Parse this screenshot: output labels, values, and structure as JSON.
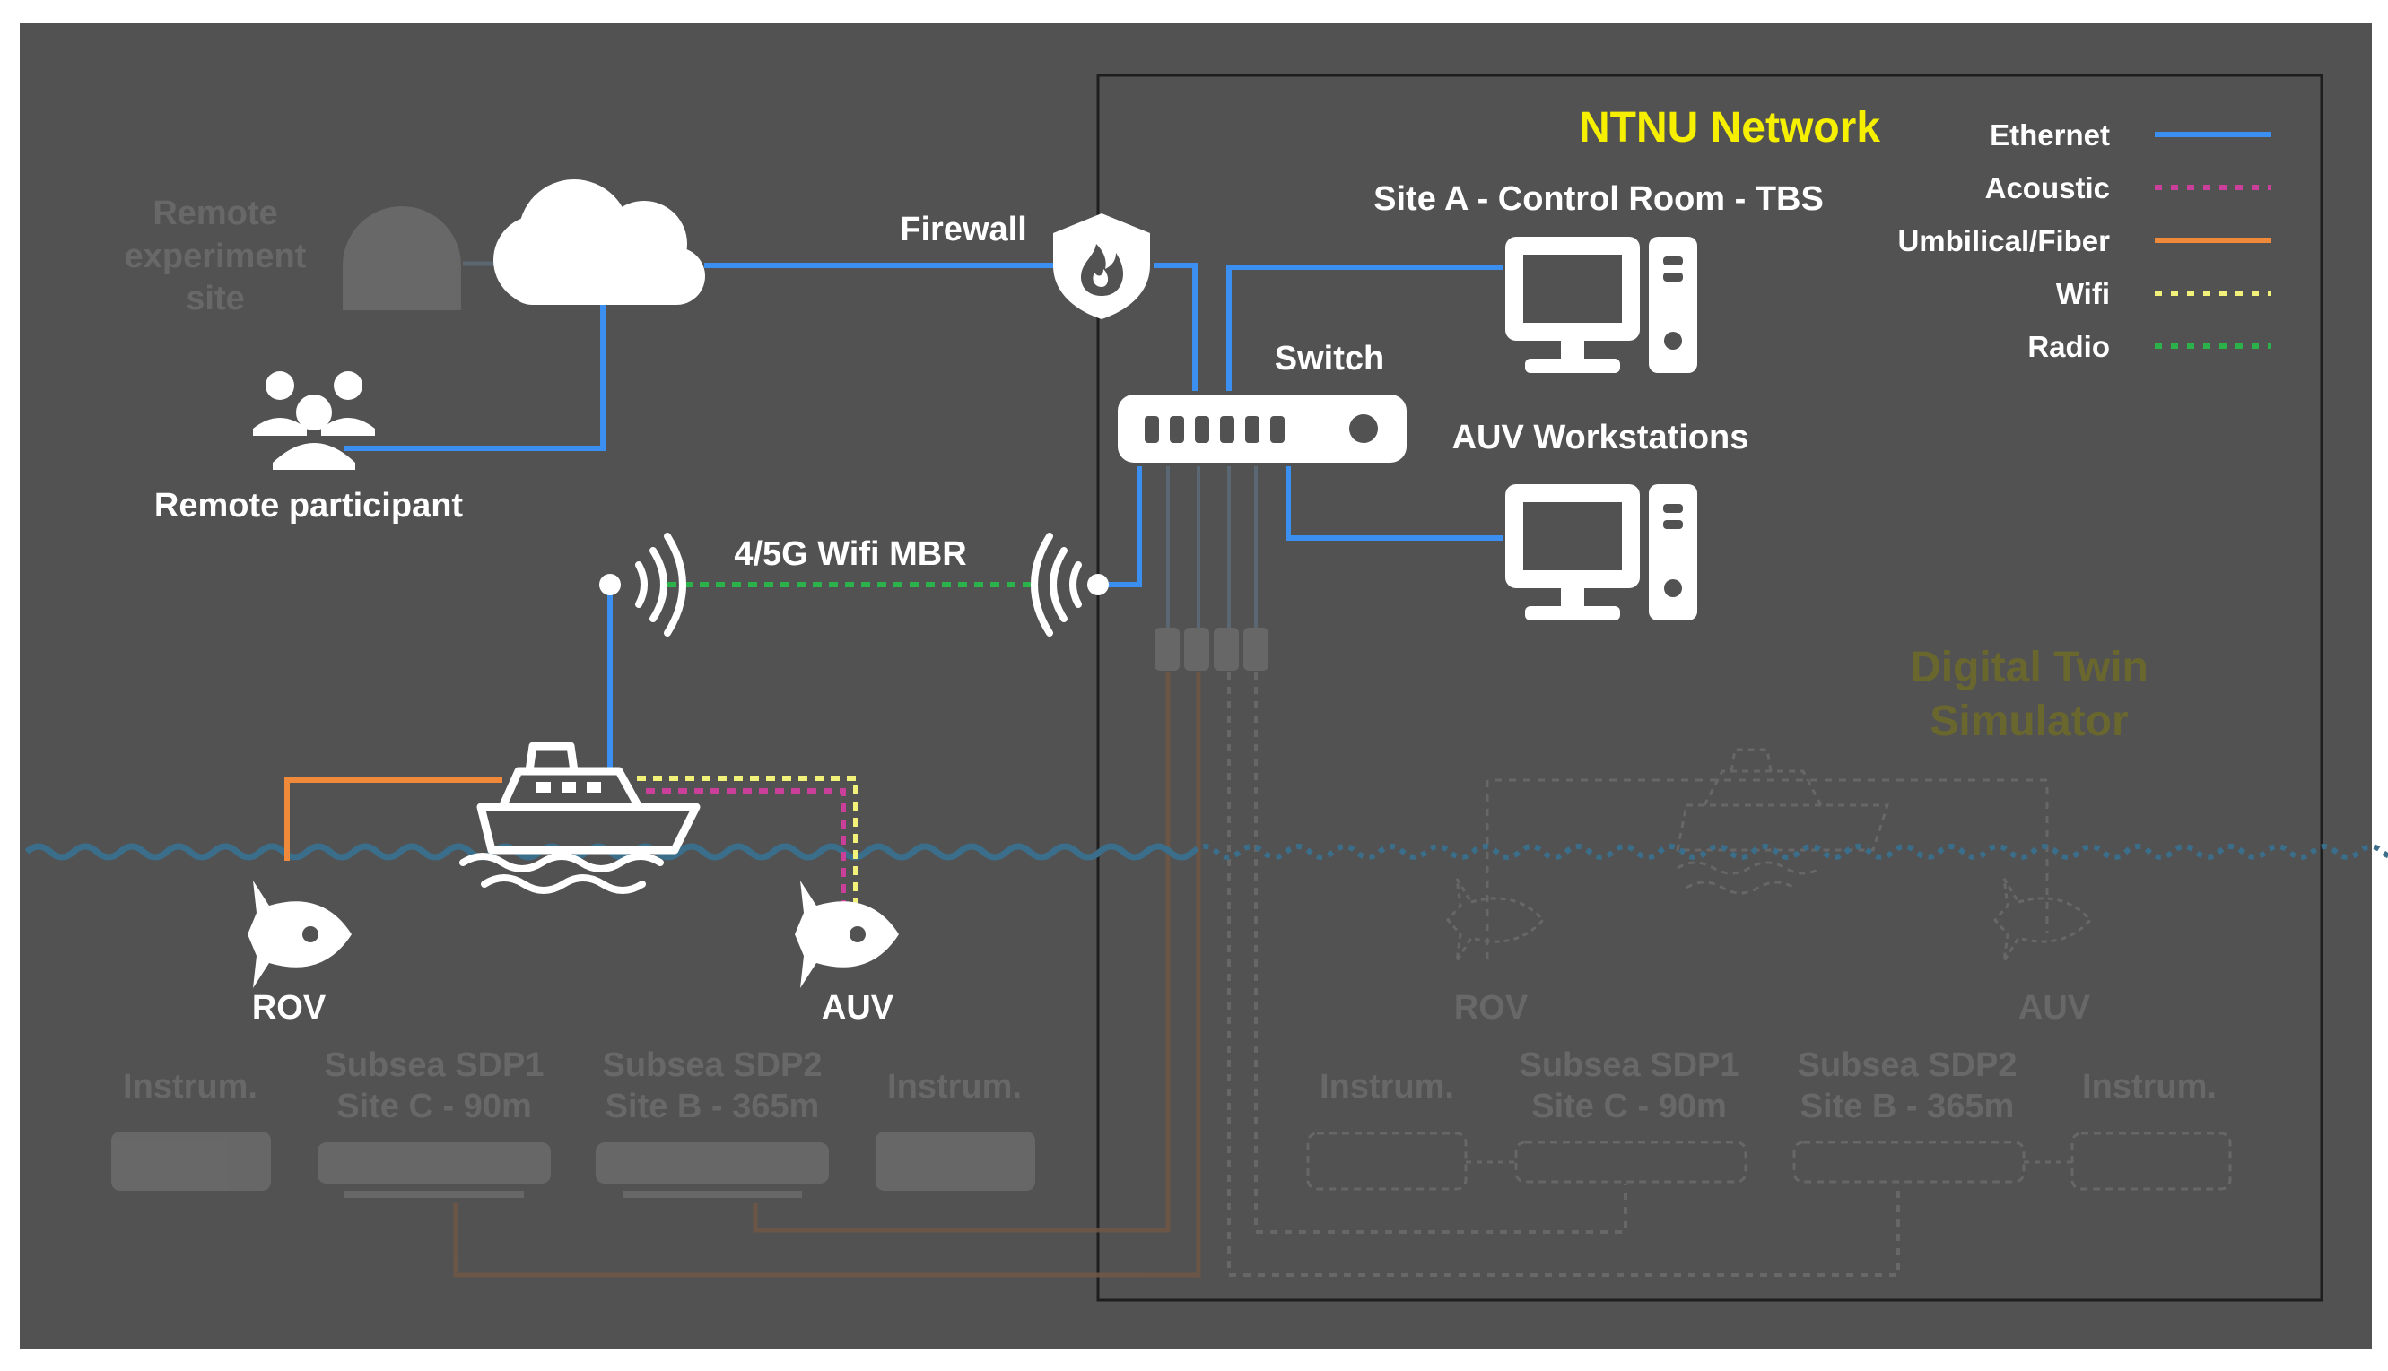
{
  "network": {
    "title": "NTNU Network",
    "title_color": "#f6f000"
  },
  "legend": [
    {
      "label": "Ethernet",
      "color": "#3b8ff0",
      "style": "solid"
    },
    {
      "label": "Acoustic",
      "color": "#c93f9a",
      "style": "dotted"
    },
    {
      "label": "Umbilical/Fiber",
      "color": "#f08a3a",
      "style": "solid"
    },
    {
      "label": "Wifi",
      "color": "#f2f27a",
      "style": "dotted"
    },
    {
      "label": "Radio",
      "color": "#2bb24a",
      "style": "dotted"
    }
  ],
  "nodes": {
    "firewall": "Firewall",
    "site_a": "Site A - Control Room - TBS",
    "switch": "Switch",
    "auv_workstations": "AUV Workstations",
    "remote_participant": "Remote participant",
    "remote_site": [
      "Remote",
      "experiment",
      "site"
    ],
    "radio_link": "4/5G Wifi MBR",
    "rov": "ROV",
    "auv": "AUV",
    "digital_twin": [
      "Digital Twin",
      "Simulator"
    ],
    "twin_rov": "ROV",
    "twin_auv": "AUV"
  },
  "subsea": {
    "left": [
      {
        "line1": "Instrum.",
        "line2": ""
      },
      {
        "line1": "Subsea SDP1",
        "line2": "Site C - 90m"
      },
      {
        "line1": "Subsea SDP2",
        "line2": "Site B - 365m"
      },
      {
        "line1": "Instrum.",
        "line2": ""
      }
    ],
    "right": [
      {
        "line1": "Instrum.",
        "line2": ""
      },
      {
        "line1": "Subsea SDP1",
        "line2": "Site C - 90m"
      },
      {
        "line1": "Subsea SDP2",
        "line2": "Site B - 365m"
      },
      {
        "line1": "Instrum.",
        "line2": ""
      }
    ]
  },
  "colors": {
    "background": "#525252",
    "ethernet": "#3b8ff0",
    "fiber": "#f08a3a",
    "wifi": "#f2f27a",
    "acoustic": "#c93f9a",
    "radio": "#2bb24a",
    "water": "#3a6e8a"
  },
  "icons": [
    "cloud-icon",
    "firewall-shield-icon",
    "switch-icon",
    "computer-icon",
    "people-icon",
    "antenna-icon",
    "ship-icon",
    "rocket-icon",
    "igloo-icon"
  ]
}
